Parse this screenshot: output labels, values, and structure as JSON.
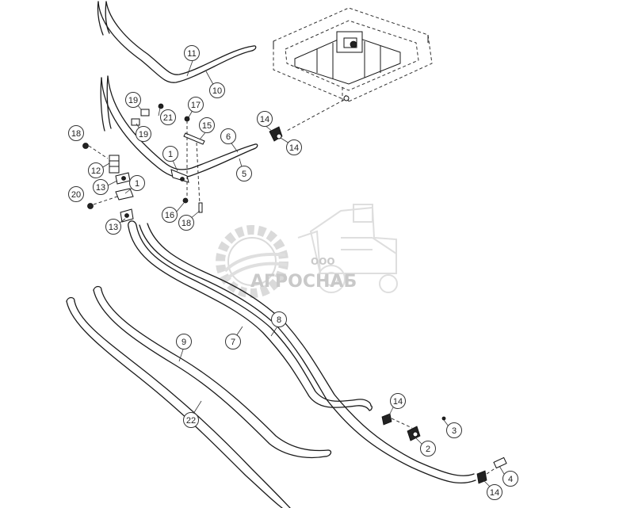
{
  "watermark": {
    "prefix": "ООО",
    "name": "АГРОСНАБ",
    "color": "#b9b9b9"
  },
  "callouts": [
    {
      "id": "c11a",
      "label": "11"
    },
    {
      "id": "c10",
      "label": "10"
    },
    {
      "id": "c19a",
      "label": "19"
    },
    {
      "id": "c21",
      "label": "21"
    },
    {
      "id": "c19b",
      "label": "19"
    },
    {
      "id": "c17",
      "label": "17"
    },
    {
      "id": "c15",
      "label": "15"
    },
    {
      "id": "c6",
      "label": "6"
    },
    {
      "id": "c14a",
      "label": "14"
    },
    {
      "id": "c14b",
      "label": "14"
    },
    {
      "id": "c18a",
      "label": "18"
    },
    {
      "id": "c1a",
      "label": "1"
    },
    {
      "id": "c5",
      "label": "5"
    },
    {
      "id": "c12",
      "label": "12"
    },
    {
      "id": "c13a",
      "label": "13"
    },
    {
      "id": "c1b",
      "label": "1"
    },
    {
      "id": "c20",
      "label": "20"
    },
    {
      "id": "c16",
      "label": "16"
    },
    {
      "id": "c18b",
      "label": "18"
    },
    {
      "id": "c13b",
      "label": "13"
    },
    {
      "id": "c8",
      "label": "8"
    },
    {
      "id": "c7",
      "label": "7"
    },
    {
      "id": "c9",
      "label": "9"
    },
    {
      "id": "c22",
      "label": "22"
    },
    {
      "id": "c14c",
      "label": "14"
    },
    {
      "id": "c3",
      "label": "3"
    },
    {
      "id": "c2",
      "label": "2"
    },
    {
      "id": "c4",
      "label": "4"
    },
    {
      "id": "c14d",
      "label": "14"
    }
  ]
}
